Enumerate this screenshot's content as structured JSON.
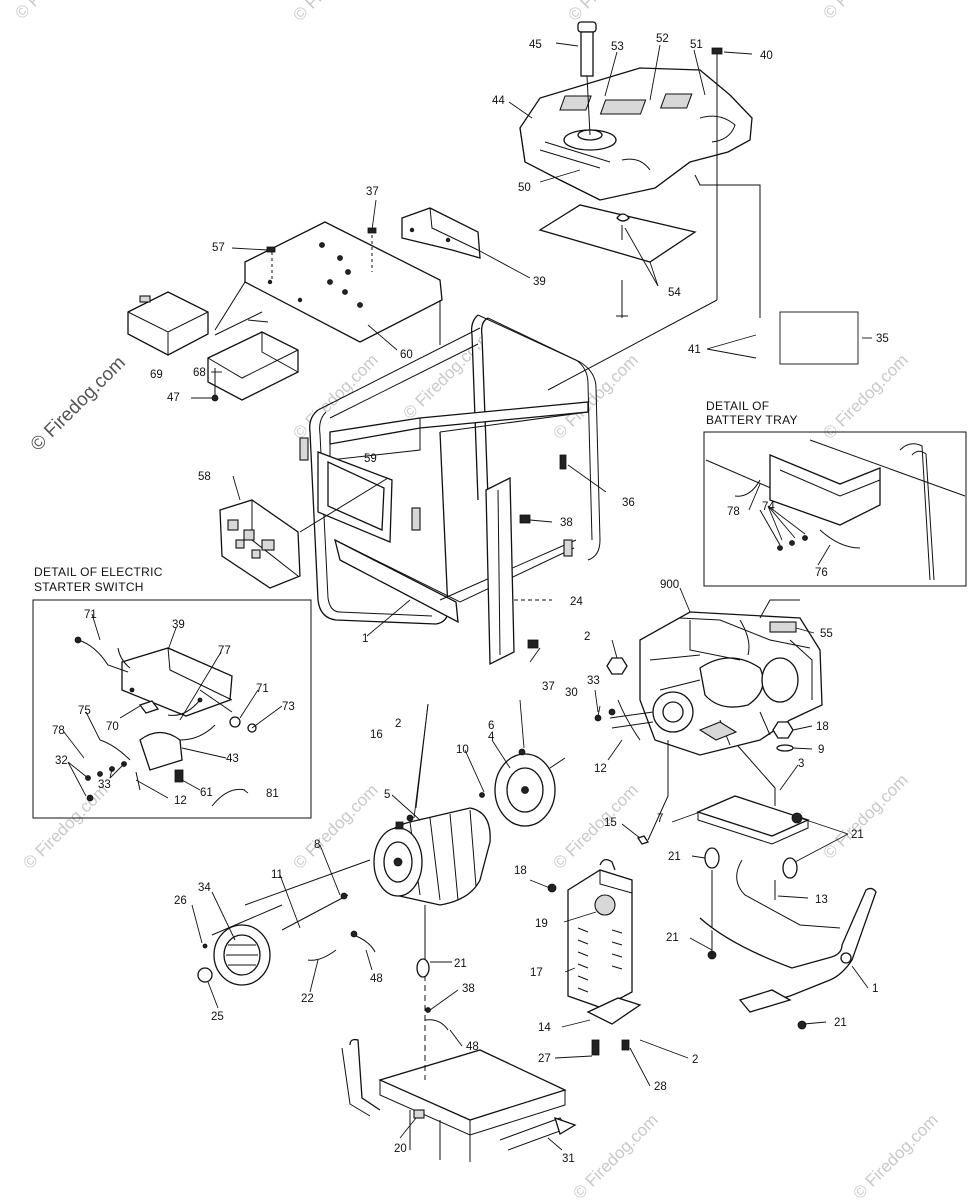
{
  "watermark": {
    "brand": "© Firedog.com",
    "tiles": [
      "© Firedog.com",
      "© Firedog.com",
      "© Firedog.com",
      "© Firedog.com",
      "© Firedog.com",
      "© Firedog.com",
      "© Firedog.com",
      "© Firedog.com",
      "© Firedog.com",
      "© Firedog.com",
      "© Firedog.com",
      "© Firedog.com",
      "© Firedog.com",
      "© Firedog.com"
    ]
  },
  "details": {
    "battery_tray": {
      "line1": "DETAIL OF",
      "line2": "BATTERY TRAY"
    },
    "starter_switch": {
      "line1": "DETAIL OF ELECTRIC",
      "line2": "STARTER SWITCH"
    }
  },
  "callouts": [
    {
      "id": "c45",
      "text": "45"
    },
    {
      "id": "c53",
      "text": "53"
    },
    {
      "id": "c52",
      "text": "52"
    },
    {
      "id": "c51",
      "text": "51"
    },
    {
      "id": "c40",
      "text": "40"
    },
    {
      "id": "c44",
      "text": "44"
    },
    {
      "id": "c50",
      "text": "50"
    },
    {
      "id": "c37a",
      "text": "37"
    },
    {
      "id": "c57",
      "text": "57"
    },
    {
      "id": "c39a",
      "text": "39"
    },
    {
      "id": "c54",
      "text": "54"
    },
    {
      "id": "c60",
      "text": "60"
    },
    {
      "id": "c69",
      "text": "69"
    },
    {
      "id": "c68",
      "text": "68"
    },
    {
      "id": "c47",
      "text": "47"
    },
    {
      "id": "c41",
      "text": "41"
    },
    {
      "id": "c35",
      "text": "35"
    },
    {
      "id": "c59",
      "text": "59"
    },
    {
      "id": "c36",
      "text": "36"
    },
    {
      "id": "c58",
      "text": "58"
    },
    {
      "id": "c38a",
      "text": "38"
    },
    {
      "id": "c24",
      "text": "24"
    },
    {
      "id": "c1a",
      "text": "1"
    },
    {
      "id": "c37b",
      "text": "37"
    },
    {
      "id": "c78a",
      "text": "78"
    },
    {
      "id": "c74",
      "text": "74"
    },
    {
      "id": "c76",
      "text": "76"
    },
    {
      "id": "c900",
      "text": "900"
    },
    {
      "id": "c55",
      "text": "55"
    },
    {
      "id": "c2a",
      "text": "2"
    },
    {
      "id": "c33a",
      "text": "33"
    },
    {
      "id": "c30",
      "text": "30"
    },
    {
      "id": "c18a",
      "text": "18"
    },
    {
      "id": "c9",
      "text": "9"
    },
    {
      "id": "c12a",
      "text": "12"
    },
    {
      "id": "c3",
      "text": "3"
    },
    {
      "id": "c71a",
      "text": "71"
    },
    {
      "id": "c39b",
      "text": "39"
    },
    {
      "id": "c77",
      "text": "77"
    },
    {
      "id": "c71b",
      "text": "71"
    },
    {
      "id": "c73",
      "text": "73"
    },
    {
      "id": "c75",
      "text": "75"
    },
    {
      "id": "c70",
      "text": "70"
    },
    {
      "id": "c78b",
      "text": "78"
    },
    {
      "id": "c43",
      "text": "43"
    },
    {
      "id": "c32",
      "text": "32"
    },
    {
      "id": "c61",
      "text": "61"
    },
    {
      "id": "c81",
      "text": "81"
    },
    {
      "id": "c33b",
      "text": "33"
    },
    {
      "id": "c12b",
      "text": "12"
    },
    {
      "id": "c16",
      "text": "16"
    },
    {
      "id": "c2b",
      "text": "2"
    },
    {
      "id": "c6",
      "text": "6"
    },
    {
      "id": "c10",
      "text": "10"
    },
    {
      "id": "c4",
      "text": "4"
    },
    {
      "id": "c5",
      "text": "5"
    },
    {
      "id": "c15",
      "text": "15"
    },
    {
      "id": "c7",
      "text": "7"
    },
    {
      "id": "c21a",
      "text": "21"
    },
    {
      "id": "c21b",
      "text": "21"
    },
    {
      "id": "c8",
      "text": "8"
    },
    {
      "id": "c11",
      "text": "11"
    },
    {
      "id": "c18b",
      "text": "18"
    },
    {
      "id": "c13",
      "text": "13"
    },
    {
      "id": "c34",
      "text": "34"
    },
    {
      "id": "c26",
      "text": "26"
    },
    {
      "id": "c19",
      "text": "19"
    },
    {
      "id": "c21c",
      "text": "21"
    },
    {
      "id": "c1b",
      "text": "1"
    },
    {
      "id": "c17",
      "text": "17"
    },
    {
      "id": "c21d",
      "text": "21"
    },
    {
      "id": "c22",
      "text": "22"
    },
    {
      "id": "c48a",
      "text": "48"
    },
    {
      "id": "c25",
      "text": "25"
    },
    {
      "id": "c38b",
      "text": "38"
    },
    {
      "id": "c14",
      "text": "14"
    },
    {
      "id": "c21e",
      "text": "21"
    },
    {
      "id": "c48b",
      "text": "48"
    },
    {
      "id": "c27",
      "text": "27"
    },
    {
      "id": "c2c",
      "text": "2"
    },
    {
      "id": "c28",
      "text": "28"
    },
    {
      "id": "c20",
      "text": "20"
    },
    {
      "id": "c31",
      "text": "31"
    }
  ]
}
